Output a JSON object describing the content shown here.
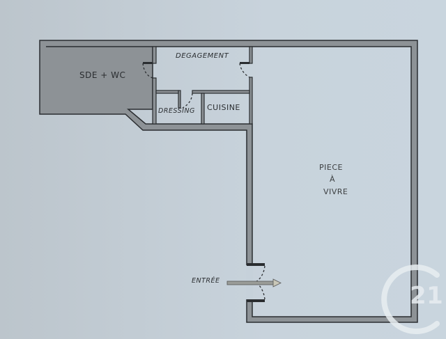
{
  "plan": {
    "rooms": [
      {
        "id": "sde-wc",
        "label": "SDE + WC"
      },
      {
        "id": "degagement",
        "label": "DEGAGEMENT"
      },
      {
        "id": "dressing",
        "label": "DRESSING"
      },
      {
        "id": "cuisine",
        "label": "CUISINE"
      },
      {
        "id": "piece-a-vivre",
        "label_line1": "PIECE",
        "label_line2": "À",
        "label_line3": "VIVRE"
      }
    ],
    "entrance_label": "ENTRÉE"
  },
  "branding": {
    "logo": "century-21-logo",
    "logo_text": "21"
  },
  "colors": {
    "background": "#c8d3dc",
    "wall_fill": "#8d9296",
    "wall_stroke": "#2a2d30",
    "logo": "#e8edf1"
  }
}
